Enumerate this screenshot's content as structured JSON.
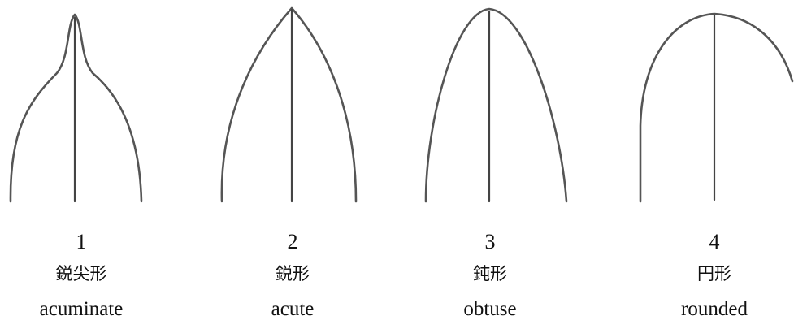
{
  "leaf_tips": [
    {
      "number": "1",
      "name_ja": "鋭尖形",
      "name_en": "acuminate"
    },
    {
      "number": "2",
      "name_ja": "鋭形",
      "name_en": "acute"
    },
    {
      "number": "3",
      "name_ja": "鈍形",
      "name_en": "obtuse"
    },
    {
      "number": "4",
      "name_ja": "円形",
      "name_en": "rounded"
    }
  ],
  "colors": {
    "outline": "#555555",
    "midrib": "#444444",
    "text": "#111111",
    "background": "#ffffff"
  }
}
